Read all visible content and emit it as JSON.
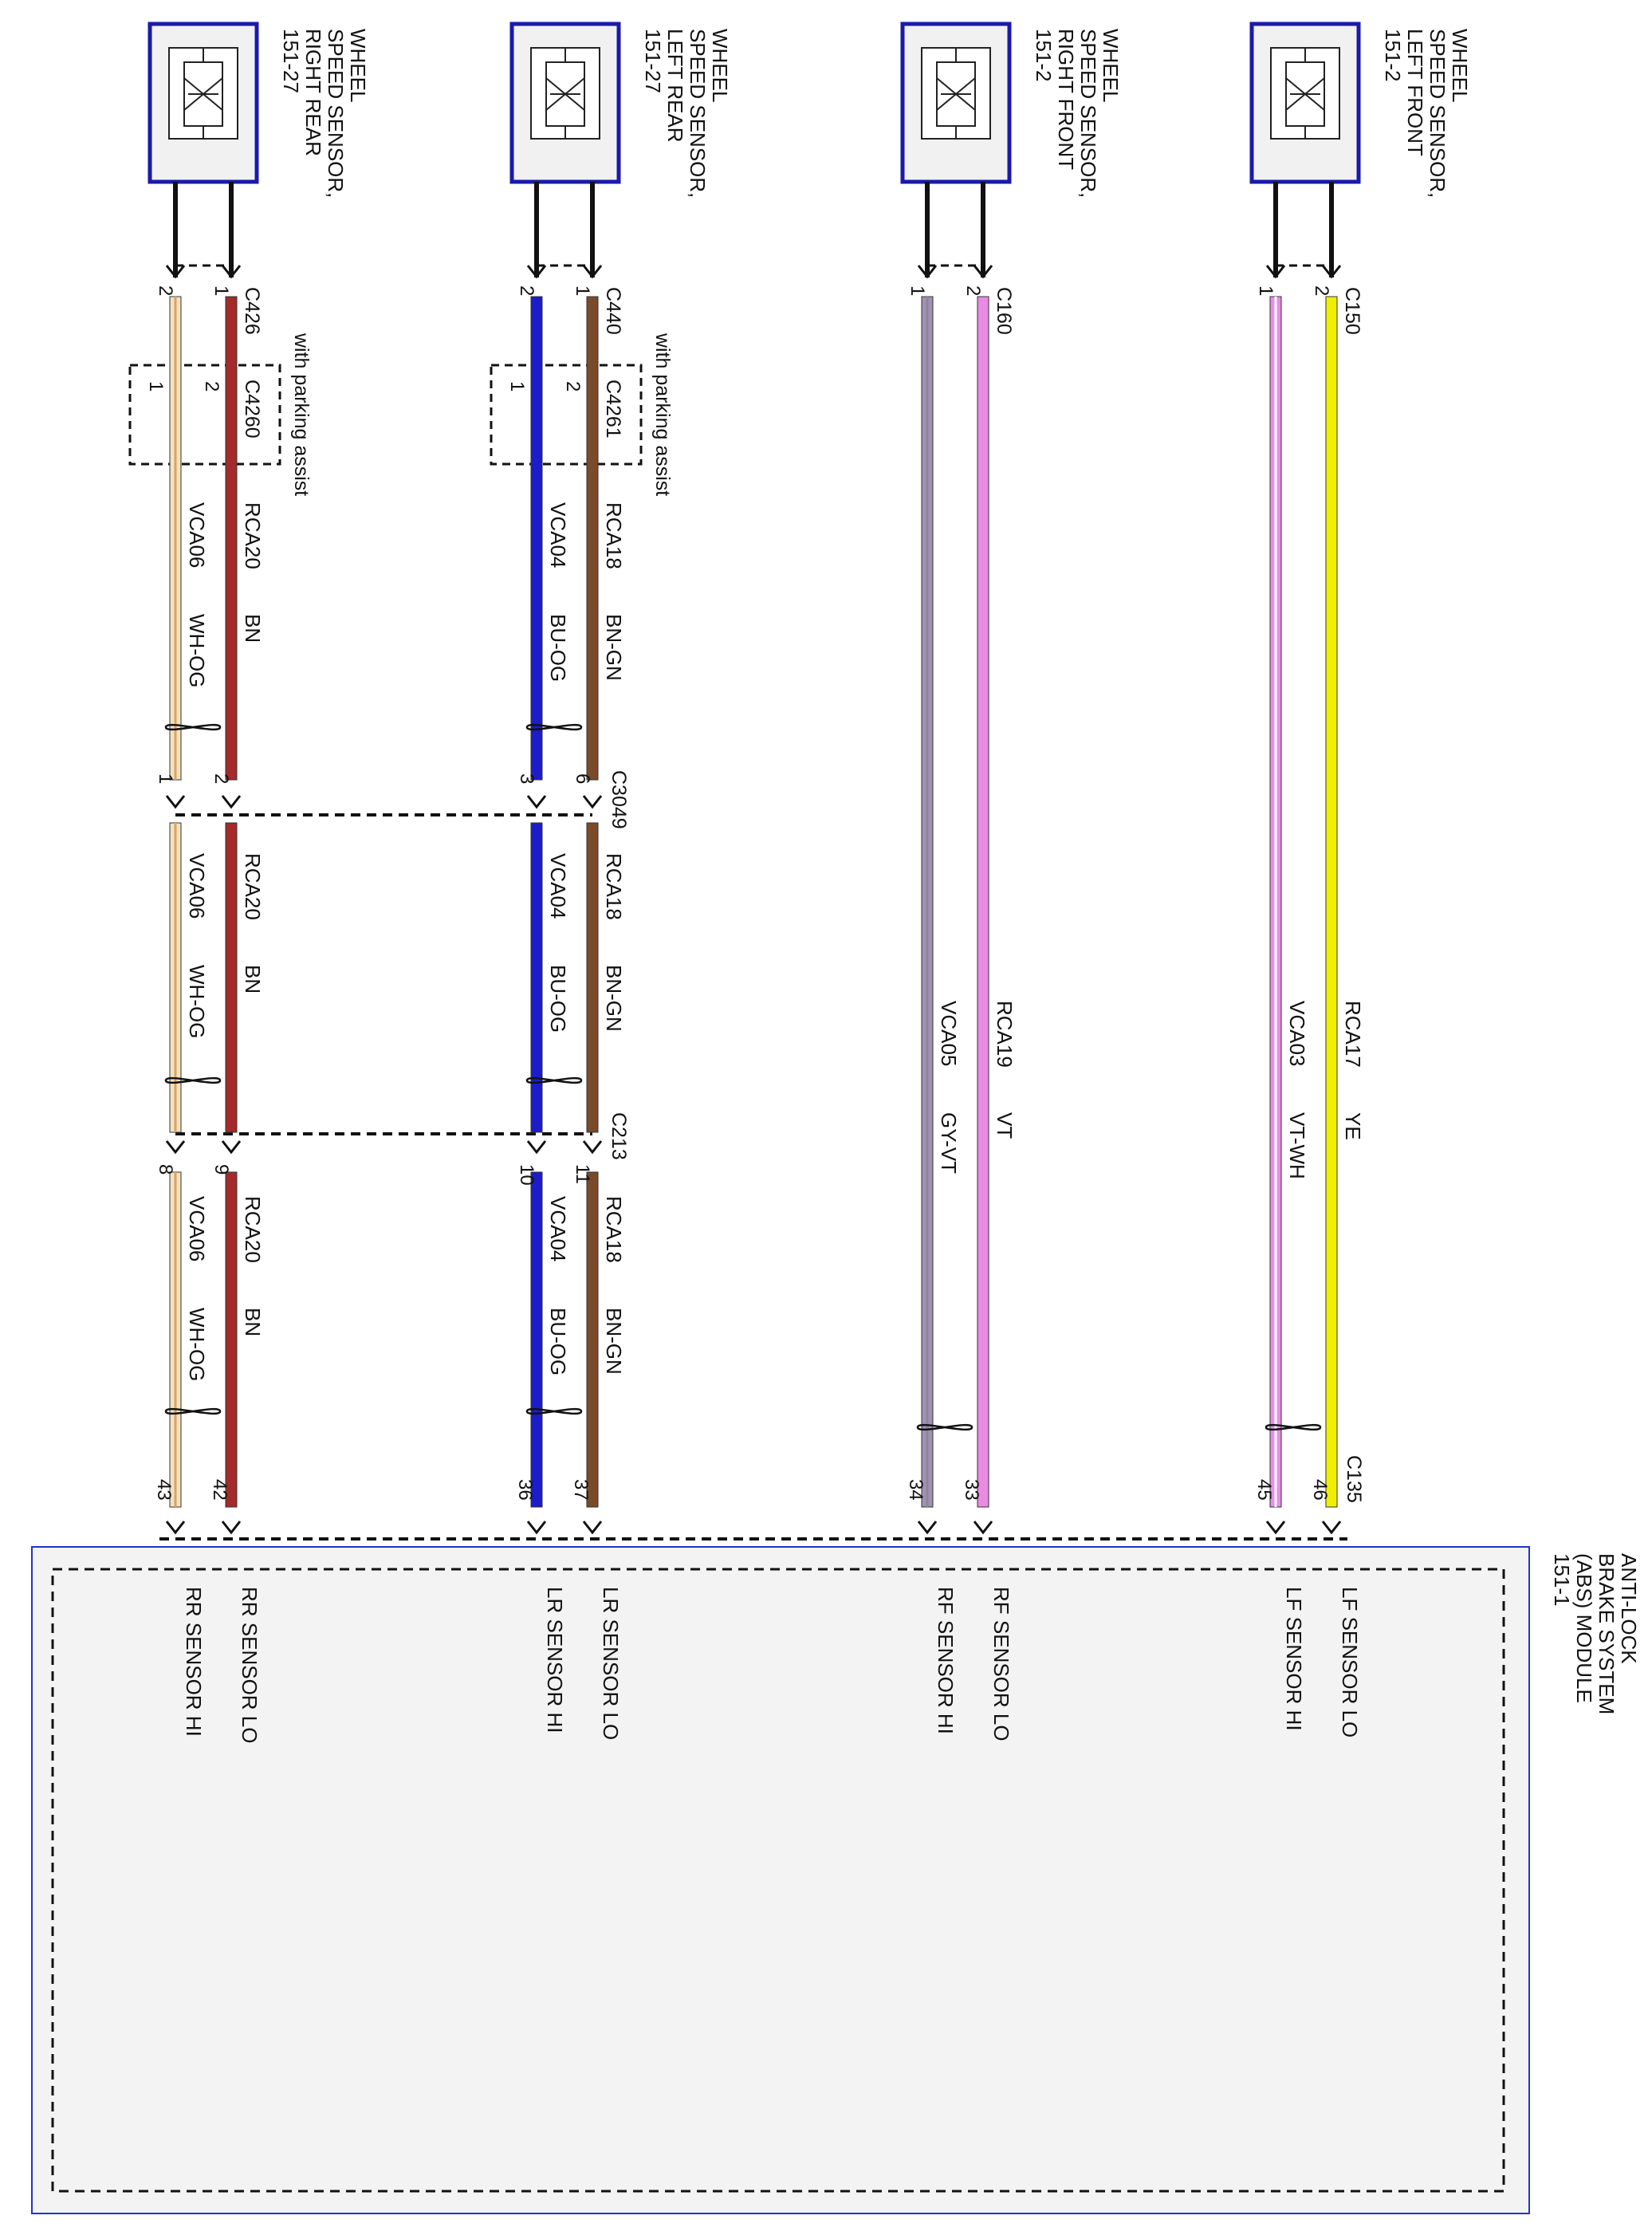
{
  "colors": {
    "BN": "#a52a2a",
    "WH-OG": "#f2e2c2",
    "BU-OG": "#1c1cc8",
    "BN-GN": "#7a4a2a",
    "GY-VT": "#a390b8",
    "VT": "#e98be2",
    "VT-WH": "#e48fe6",
    "YE": "#f2ee00",
    "module_border": "#2233cc",
    "module_fill": "#f3f3f3"
  },
  "sensors": [
    {
      "id": "rr",
      "name": [
        "WHEEL",
        "SPEED SENSOR,",
        "RIGHT REAR",
        "151-27"
      ],
      "connector": "C426",
      "pins": [
        "2",
        "1"
      ],
      "option_connector": "C4260",
      "option_pins": [
        "1",
        "2"
      ],
      "option_label": "with parking assist"
    },
    {
      "id": "lr",
      "name": [
        "WHEEL",
        "SPEED SENSOR,",
        "LEFT REAR",
        "151-27"
      ],
      "connector": "C440",
      "pins": [
        "2",
        "1"
      ],
      "option_connector": "C4261",
      "option_pins": [
        "1",
        "2"
      ],
      "option_label": "with parking assist"
    },
    {
      "id": "rf",
      "name": [
        "WHEEL",
        "SPEED SENSOR,",
        "RIGHT FRONT",
        "151-2"
      ],
      "connector": "C160",
      "pins": [
        "1",
        "2"
      ]
    },
    {
      "id": "lf",
      "name": [
        "WHEEL",
        "SPEED SENSOR,",
        "LEFT FRONT",
        "151-2"
      ],
      "connector": "C150",
      "pins": [
        "1",
        "2"
      ]
    }
  ],
  "inline_connectors": [
    {
      "name": "C3049",
      "pins": [
        "1",
        "2",
        "3",
        "6"
      ]
    },
    {
      "name": "C213",
      "pins": [
        "8",
        "9",
        "10",
        "11"
      ]
    }
  ],
  "circuits": [
    {
      "group": "rr",
      "segments": [
        {
          "hi": {
            "circuit": "VCA06",
            "color": "WH-OG"
          },
          "lo": {
            "circuit": "RCA20",
            "color": "BN"
          }
        },
        {
          "hi": {
            "circuit": "VCA06",
            "color": "WH-OG"
          },
          "lo": {
            "circuit": "RCA20",
            "color": "BN"
          }
        },
        {
          "hi": {
            "circuit": "VCA06",
            "color": "WH-OG"
          },
          "lo": {
            "circuit": "RCA20",
            "color": "BN"
          }
        }
      ]
    },
    {
      "group": "lr",
      "segments": [
        {
          "hi": {
            "circuit": "VCA04",
            "color": "BU-OG"
          },
          "lo": {
            "circuit": "RCA18",
            "color": "BN-GN"
          }
        },
        {
          "hi": {
            "circuit": "VCA04",
            "color": "BU-OG"
          },
          "lo": {
            "circuit": "RCA18",
            "color": "BN-GN"
          }
        },
        {
          "hi": {
            "circuit": "VCA04",
            "color": "BU-OG"
          },
          "lo": {
            "circuit": "RCA18",
            "color": "BN-GN"
          }
        }
      ]
    },
    {
      "group": "rf",
      "segments": [
        {
          "hi": {
            "circuit": "VCA05",
            "color": "GY-VT"
          },
          "lo": {
            "circuit": "RCA19",
            "color": "VT"
          }
        }
      ]
    },
    {
      "group": "lf",
      "segments": [
        {
          "hi": {
            "circuit": "VCA03",
            "color": "VT-WH"
          },
          "lo": {
            "circuit": "RCA17",
            "color": "YE"
          }
        }
      ]
    }
  ],
  "module": {
    "name": [
      "ANTI-LOCK",
      "BRAKE SYSTEM",
      "(ABS) MODULE",
      "151-1"
    ],
    "connector": "C135",
    "pins": [
      "43",
      "42",
      "36",
      "37",
      "34",
      "33",
      "45",
      "46"
    ],
    "signals": [
      "RR SENSOR HI",
      "RR SENSOR LO",
      "LR SENSOR HI",
      "LR SENSOR LO",
      "RF SENSOR HI",
      "RF SENSOR LO",
      "LF SENSOR HI",
      "LF SENSOR LO"
    ]
  }
}
